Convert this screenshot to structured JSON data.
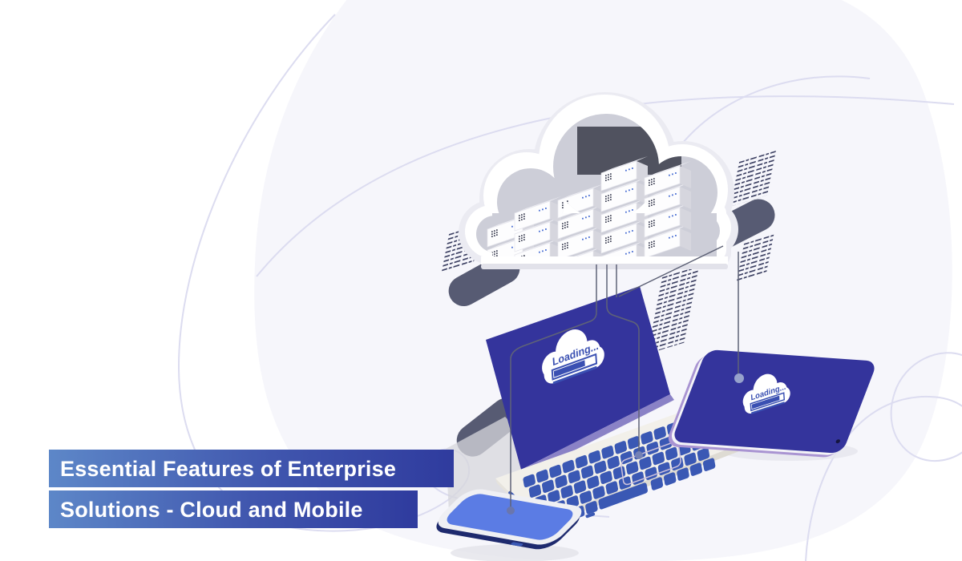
{
  "banner": {
    "line1": "Essential Features of Enterprise",
    "line2": "Solutions - Cloud and Mobile",
    "text_color": "#ffffff",
    "gradient_left": "#5d87c8",
    "gradient_right": "#2f3b9e"
  },
  "devices": {
    "laptop": {
      "loading_label": "Loading...",
      "bar_fill_width": "41",
      "bar_total_width": "58"
    },
    "tablet": {
      "loading_label": "Loading...",
      "bar_fill_width": "48",
      "bar_total_width": "58"
    }
  },
  "icons": [
    "cloud-icon",
    "server-stack-icon",
    "laptop-icon",
    "tablet-icon",
    "smartphone-icon",
    "loading-cloud-icon",
    "progress-bar",
    "connector-dot",
    "capsule-shape",
    "code-text-block"
  ],
  "colors": {
    "screen_indigo": "#34349c",
    "key_blue": "#3a58b4",
    "phone_screen_blue": "#5b7ce4",
    "pill_gray": "#575b73",
    "blob_bg": "#f6f6fb",
    "curve_line": "#dcdcf0",
    "accent_blue": "#3a50b2",
    "cloud_gray": "#ebebf2",
    "wire_gray": "#5f6377"
  }
}
